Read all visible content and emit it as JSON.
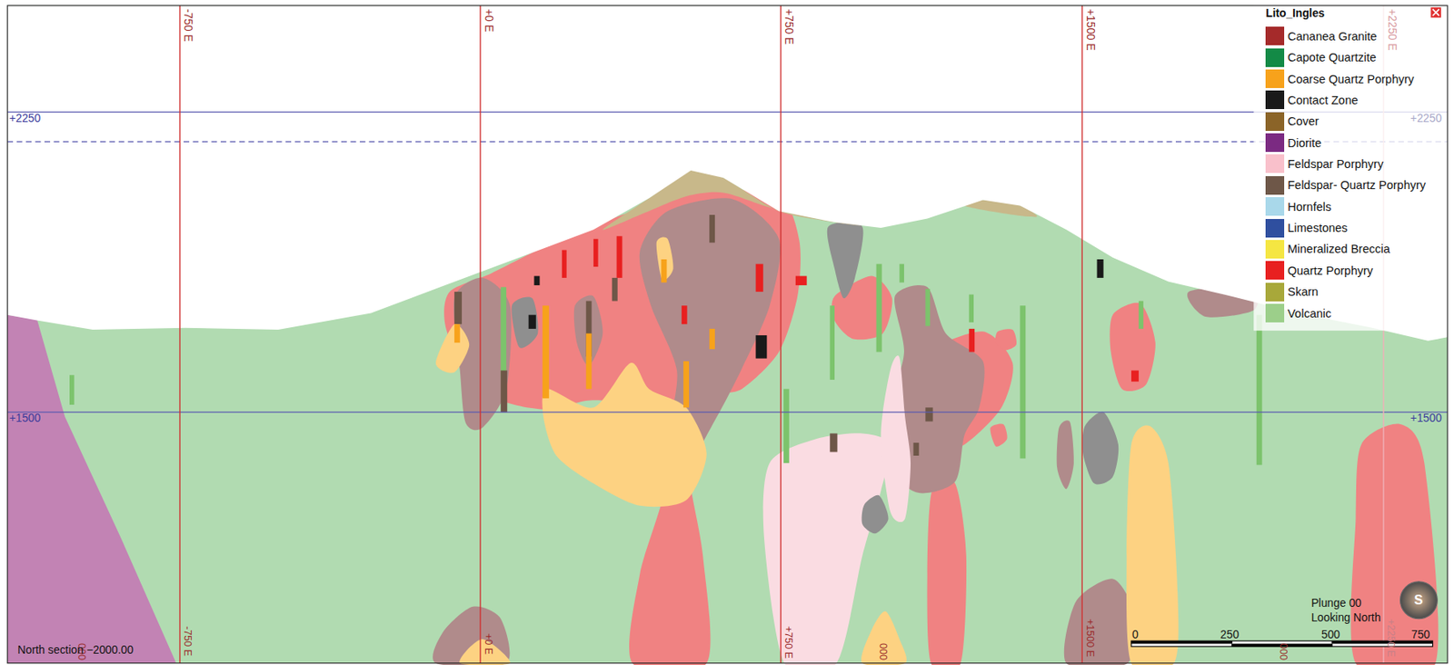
{
  "diagram": {
    "labels": [
      "-750 E",
      "+0 E",
      "+750 E",
      "+1500 E",
      "+2250 E",
      "+2250",
      "+2250",
      "+1500",
      "+1500",
      "-750 E",
      "+0 E",
      "+750 E",
      "+1500 E",
      "+2250 E",
      "000",
      "000",
      "000",
      "North section −2000.00",
      "Plunge 00",
      "Looking North",
      "0",
      "250",
      "500",
      "750",
      "S",
      "Lito_Ingles"
    ],
    "legend": [
      {
        "text": "Cananea Granite",
        "color": "#a52a2a"
      },
      {
        "text": "Capote Quartzite",
        "color": "#138a46"
      },
      {
        "text": "Coarse Quartz Porphyry",
        "color": "#f7a21b"
      },
      {
        "text": "Contact Zone",
        "color": "#1a1a1a"
      },
      {
        "text": "Cover",
        "color": "#8b6428"
      },
      {
        "text": "Diorite",
        "color": "#7b2a82"
      },
      {
        "text": "Feldspar Porphyry",
        "color": "#f9c0cb"
      },
      {
        "text": "Feldspar- Quartz Porphyry",
        "color": "#6e5748"
      },
      {
        "text": "Hornfels",
        "color": "#a9d8ea"
      },
      {
        "text": "Limestones",
        "color": "#2f4f9f"
      },
      {
        "text": "Mineralized Breccia",
        "color": "#f5e642"
      },
      {
        "text": "Quartz Porphyry",
        "color": "#e82020"
      },
      {
        "text": "Skarn",
        "color": "#a8a83a"
      },
      {
        "text": "Volcanic",
        "color": "#9ccf8a"
      }
    ]
  }
}
